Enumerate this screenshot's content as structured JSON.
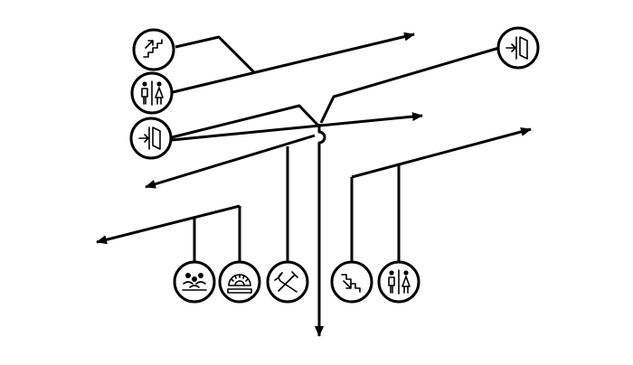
{
  "diagram": {
    "colors": {
      "stroke": "#000000",
      "background": "#ffffff"
    },
    "icons": [
      {
        "id": "stairs-up",
        "name": "stairs-up-icon"
      },
      {
        "id": "restroom-left",
        "name": "restroom-icon"
      },
      {
        "id": "door-exit-left",
        "name": "door-exit-icon"
      },
      {
        "id": "door-exit-right",
        "name": "door-exit-icon"
      },
      {
        "id": "meeting-room",
        "name": "meeting-room-icon"
      },
      {
        "id": "drafting",
        "name": "drafting-tools-icon"
      },
      {
        "id": "workshop",
        "name": "workshop-tools-icon"
      },
      {
        "id": "stairs-down",
        "name": "stairs-down-icon"
      },
      {
        "id": "restroom-right",
        "name": "restroom-icon"
      }
    ]
  }
}
